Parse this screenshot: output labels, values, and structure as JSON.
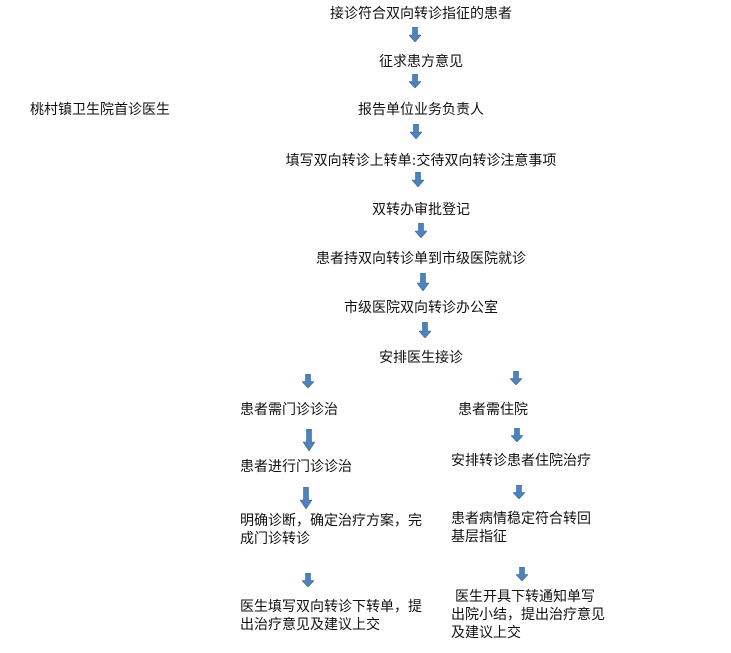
{
  "side_label": "桃村镇卫生院首诊医生",
  "main_steps": [
    "接诊符合双向转诊指征的患者",
    "征求患方意见",
    "报告单位业务负责人",
    "填写双向转诊上转单:交待双向转诊注意事项",
    "双转办审批登记",
    "患者持双向转诊单到市级医院就诊",
    "市级医院双向转诊办公室",
    "安排医生接诊"
  ],
  "left_branch": [
    "患者需门诊诊治",
    "患者进行门诊诊治",
    "明确诊断，确定治疗方案，完成门诊转诊",
    "医生填写双向转诊下转单，提出治疗意见及建议上交"
  ],
  "right_branch": [
    "患者需住院",
    "安排转诊患者住院治疗",
    "患者病情稳定符合转回基层指征",
    "医生开具下转通知单写出院小结，提出治疗意见及建议上交"
  ],
  "colors": {
    "arrow_fill": "#4f81bd",
    "arrow_stroke": "#3a6a9e",
    "text": "#111111"
  }
}
